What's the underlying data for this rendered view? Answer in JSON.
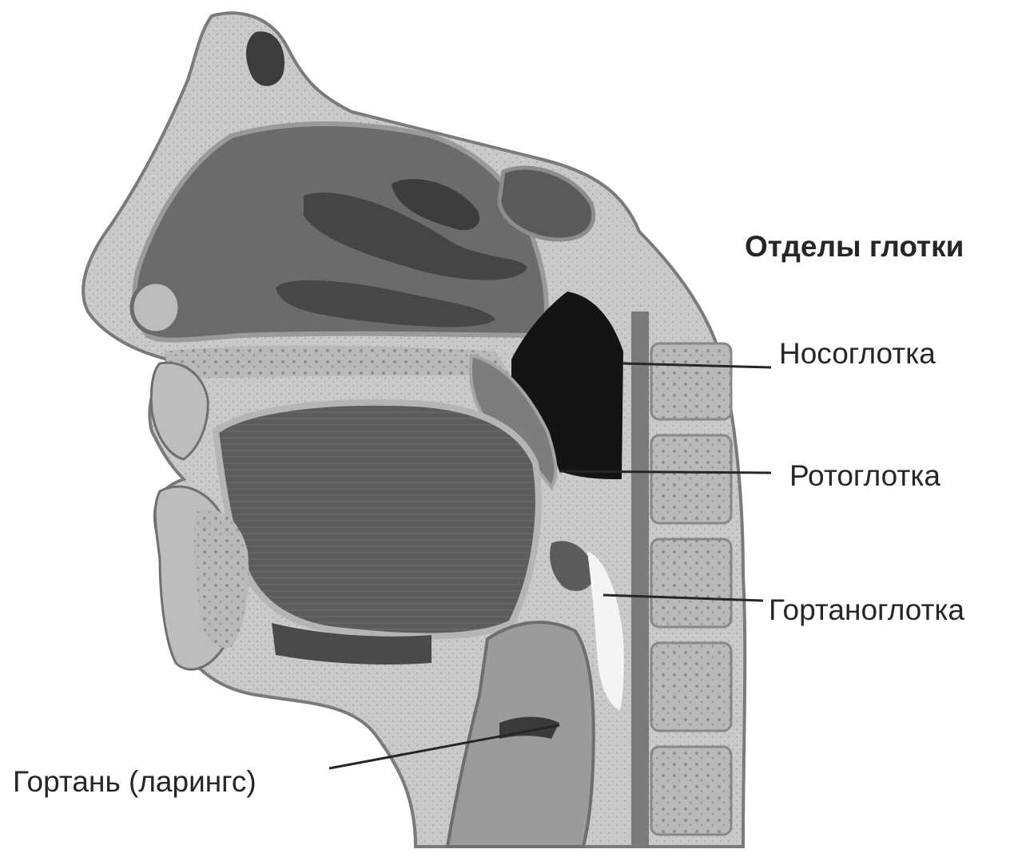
{
  "diagram": {
    "heading": "Отделы глотки",
    "labels": {
      "nasopharynx": "Носоглотка",
      "oropharynx": "Ротоглотка",
      "laryngopharynx": "Гортаноглотка",
      "larynx": "Гортань (ларингс)"
    }
  },
  "colors": {
    "ink": "#262626",
    "tissue_dark": "#4a4a4a",
    "tissue_mid": "#8c8c8c",
    "tissue_light": "#cfcfcf",
    "cavity_black": "#141414"
  }
}
